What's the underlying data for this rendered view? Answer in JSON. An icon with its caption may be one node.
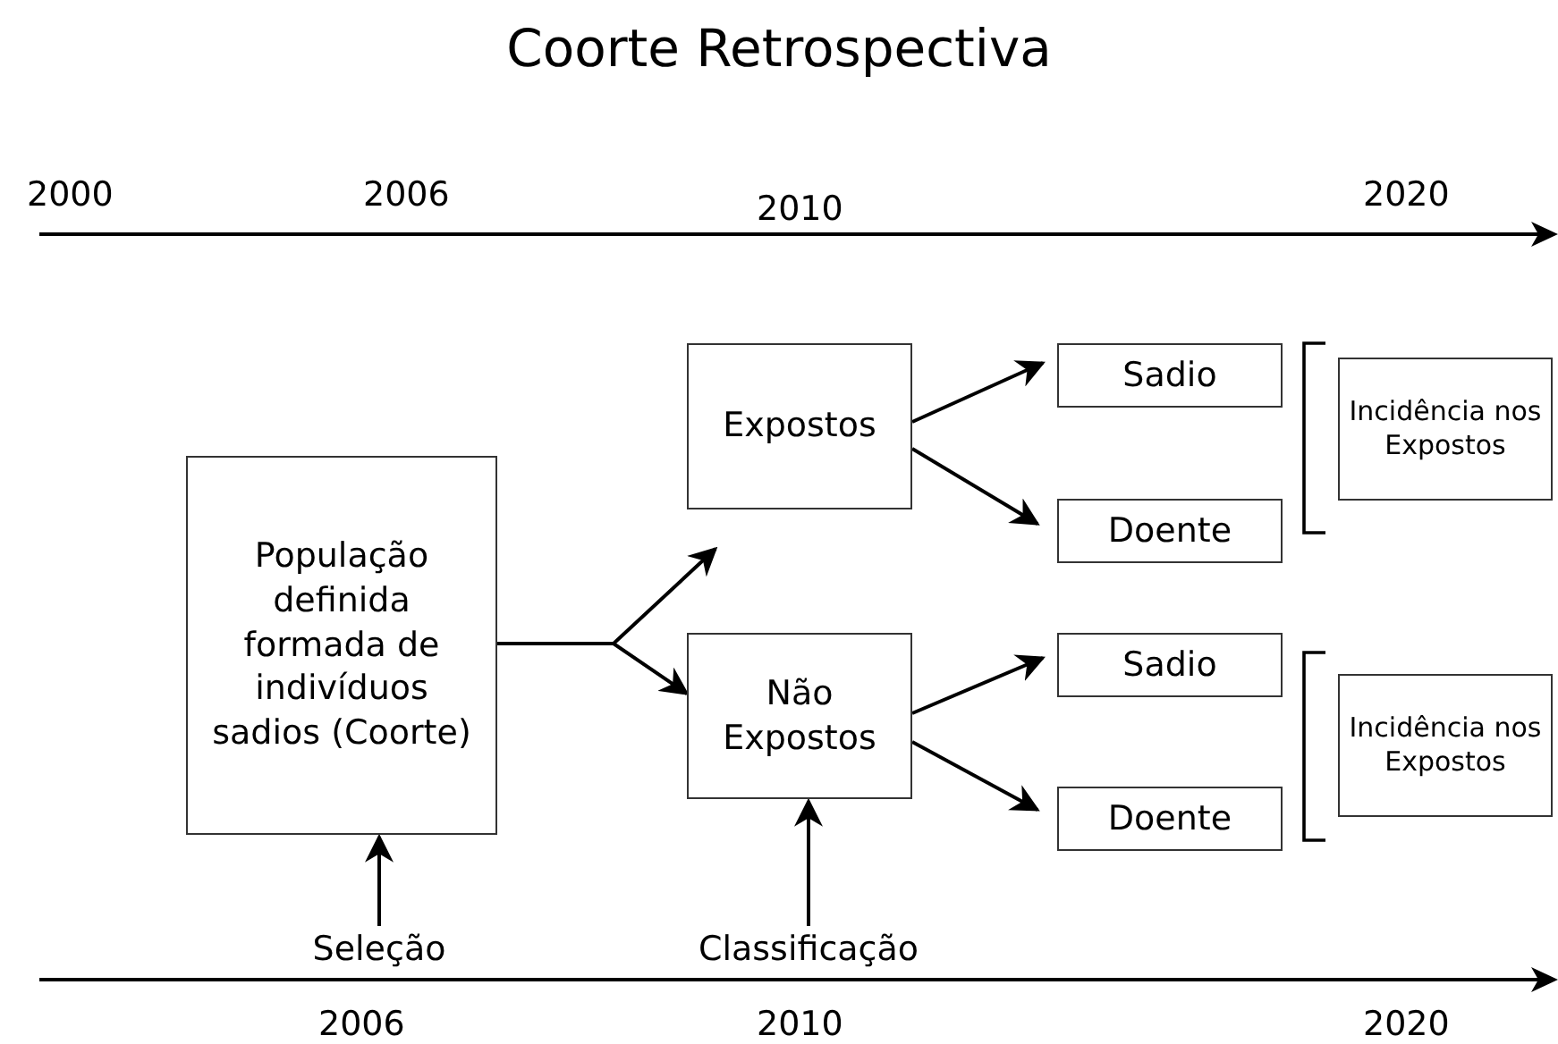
{
  "diagram": {
    "title": "Coorte Retrospectiva",
    "nodes": [
      {
        "text": [
          "População definida formada de indivíduos sadios (Coorte)"
        ]
      },
      {
        "text": [
          "Expostos"
        ]
      },
      {
        "text": [
          "Não Expostos"
        ]
      },
      {
        "text": [
          "Sadio"
        ]
      },
      {
        "text": [
          "Doente"
        ]
      },
      {
        "text": [
          "Incidência nos Expostos"
        ]
      },
      {
        "text": [
          "Sadio"
        ]
      },
      {
        "text": [
          "Doente"
        ]
      },
      {
        "text": [
          "Incidência nos Expostos"
        ]
      },
      {
        "text": [
          "Seleção"
        ]
      },
      {
        "text": [
          "Classificação"
        ]
      }
    ],
    "edges": [
      {
        "from": 0,
        "to": 1,
        "arrow": "to"
      },
      {
        "from": 0,
        "to": 2,
        "arrow": "to"
      },
      {
        "from": 1,
        "to": 3,
        "arrow": "to"
      },
      {
        "from": 1,
        "to": 4,
        "arrow": "to"
      },
      {
        "from": 2,
        "to": 6,
        "arrow": "to"
      },
      {
        "from": 2,
        "to": 7,
        "arrow": "to"
      },
      {
        "from": 9,
        "to": 0,
        "arrow": "to"
      },
      {
        "from": 10,
        "to": 2,
        "arrow": "to"
      }
    ],
    "labels": [
      "2000",
      "2006",
      "2010",
      "2020",
      "2006",
      "2010",
      "2020"
    ]
  }
}
